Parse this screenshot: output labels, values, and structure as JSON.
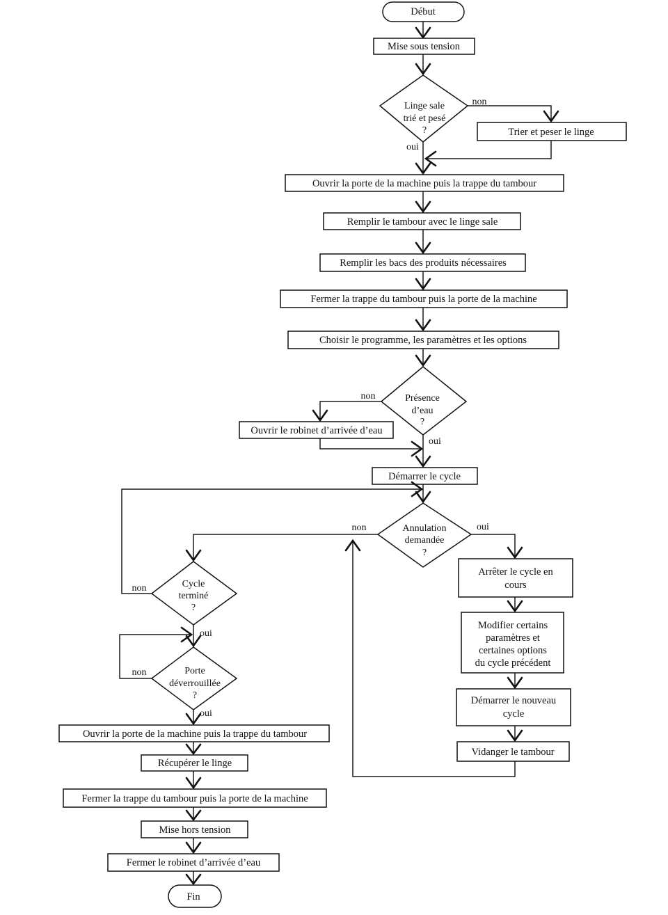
{
  "diagram": {
    "start": "Début",
    "end": "Fin",
    "steps": {
      "power_on": "Mise sous tension",
      "sort_weigh": "Trier et peser le linge",
      "open_door": "Ouvrir la porte de la machine puis la trappe du tambour",
      "fill_drum": "Remplir le tambour avec le linge sale",
      "fill_trays": "Remplir les bacs des produits nécessaires",
      "close_door": "Fermer la trappe du tambour puis la porte de la machine",
      "choose_program": "Choisir le programme, les paramètres et les options",
      "open_tap": "Ouvrir le robinet d’arrivée d’eau",
      "start_cycle": "Démarrer le cycle",
      "stop_cycle": [
        "Arrêter le cycle en",
        "cours"
      ],
      "modify_params": [
        "Modifier certains",
        "paramètres et",
        "certaines options",
        "du cycle précédent"
      ],
      "start_new_cycle": [
        "Démarrer le nouveau",
        "cycle"
      ],
      "drain_drum": "Vidanger le tambour",
      "open_door_final": "Ouvrir la porte de la machine puis la trappe du tambour",
      "retrieve_laundry": "Récupérer le linge",
      "close_door_final": "Fermer la trappe du tambour puis la porte de la machine",
      "power_off": "Mise hors tension",
      "close_tap": "Fermer le robinet d’arrivée d’eau"
    },
    "decisions": {
      "laundry_ready": {
        "lines": [
          "Linge sale",
          "trié et pesé",
          "?"
        ],
        "no": "non",
        "yes": "oui"
      },
      "water_present": {
        "lines": [
          "Présence",
          "d’eau",
          "?"
        ],
        "no": "non",
        "yes": "oui"
      },
      "cancel_requested": {
        "lines": [
          "Annulation",
          "demandée",
          "?"
        ],
        "no": "non",
        "yes": "oui"
      },
      "cycle_finished": {
        "lines": [
          "Cycle",
          "terminé",
          "?"
        ],
        "no": "non",
        "yes": "oui"
      },
      "door_unlocked": {
        "lines": [
          "Porte",
          "déverrouillée",
          "?"
        ],
        "no": "non",
        "yes": "oui"
      }
    }
  }
}
